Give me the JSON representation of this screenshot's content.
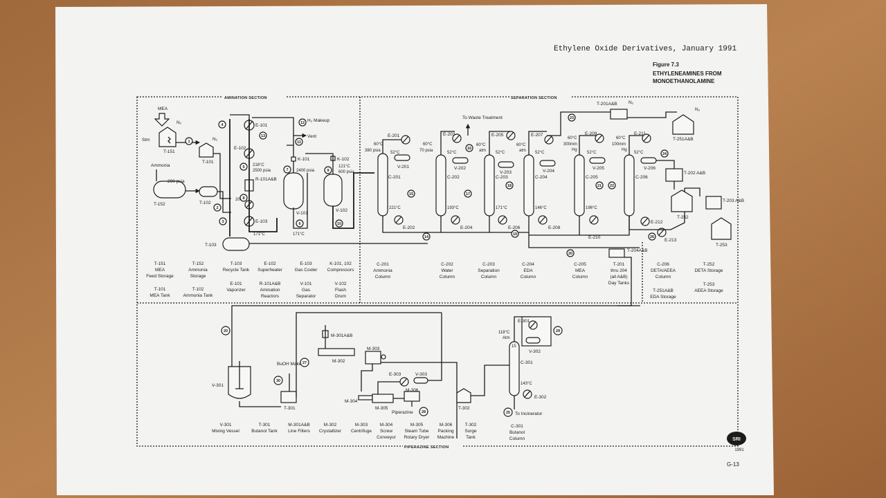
{
  "header": {
    "report_title": "Ethylene Oxide Derivatives, January 1991",
    "figure_number": "Figure 7.3",
    "figure_title_line1": "ETHYLENEAMINES FROM",
    "figure_title_line2": "MONOETHANOLAMINE",
    "page_number": "G-13",
    "logo_year": "1991",
    "logo_text": "SRI"
  },
  "sections": {
    "amination": "AMINATION SECTION",
    "separation": "SEPARATION SECTION",
    "piperazine": "PIPERAZINE SECTION"
  },
  "inputs": {
    "mea": "MEA",
    "ammonia": "Ammonia",
    "h2_makeup": "H₂ Makeup",
    "vent": "Vent",
    "to_waste": "To Waste Treatment",
    "buoh_makeup": "BuOH Makeup",
    "piperazine": "Piperazine",
    "to_incinerator": "To Incinerator",
    "n2": "N₂",
    "stm": "Stm"
  },
  "equipment_tags": {
    "T151": "T-151",
    "T101": "T-101",
    "T152": "T-152",
    "T102": "T-102",
    "T103": "T-103",
    "E101": "E-101",
    "E102": "E-102",
    "E103": "E-103",
    "R101": "R-101A&B",
    "V101": "V-101",
    "V102": "V-102",
    "K101": "K-101",
    "K102": "K-102",
    "C201": "C-201",
    "C202": "C-202",
    "C203": "C-203",
    "C204": "C-204",
    "C205": "C-205",
    "C206": "C-206",
    "V201": "V-201",
    "V202": "V-202",
    "V203": "V-203",
    "V204": "V-204",
    "V205": "V-205",
    "V206": "V-206",
    "E201": "E-201",
    "E202": "E-202",
    "E203": "E-203",
    "E204": "E-204",
    "E205": "E-205",
    "E206": "E-206",
    "E207": "E-207",
    "E208": "E-208",
    "E209": "E-209",
    "E210": "E-210",
    "E211": "E-211",
    "E212": "E-212",
    "E213": "E-213",
    "T201": "T-201A&B",
    "T204": "T-204A&B",
    "T202": "T-202 A&B",
    "T203": "T-203 A&B",
    "T251": "T-251A&B",
    "T252": "T-252",
    "T253": "T-253",
    "V301": "V-301",
    "T301": "T-301",
    "M301": "M-301A&B",
    "M302": "M-302",
    "M303": "M-303",
    "M304": "M-304",
    "M305": "M-305",
    "M306": "M-306",
    "E301": "E-301",
    "E302": "E-302",
    "E303": "E-303",
    "V302": "V-302",
    "V303": "V-303",
    "T302": "T-302",
    "C301": "C-301"
  },
  "conditions": {
    "t152_pressure": "290 psia",
    "r101_in": "216°C",
    "r101_in_p": "2500 psia",
    "r101_out": "200°C",
    "e103_out": "171°C",
    "v101_temp": "171°C",
    "k101_p": "2400 psia",
    "k102_t": "121°C",
    "k102_p": "600 psia",
    "c201_top_t": "60°C",
    "c201_top_p": "380 psia",
    "v201_t": "52°C",
    "c201_bot": "221°C",
    "c202_top_t": "60°C",
    "c202_top_p": "70 psia",
    "v202_t": "52°C",
    "c202_bot": "193°C",
    "c203_top_t": "60°C",
    "c203_top_p": "atm",
    "v203_t": "52°C",
    "c203_bot": "171°C",
    "c204_top_t": "60°C",
    "c204_top_p": "atm",
    "v204_t": "52°C",
    "c204_bot": "146°C",
    "c205_top_t": "60°C",
    "c205_top_p1": "300mm",
    "c205_top_p2": "Hg",
    "v205_t": "52°C",
    "c205_bot": "196°C",
    "c206_top_t": "60°C",
    "c206_top_p1": "100mm",
    "c206_top_p2": "Hg",
    "v206_t": "52°C",
    "c301_top_t": "118°C",
    "c301_top_p": "Atm",
    "c301_bot": "143°C",
    "c301_tray": "15"
  },
  "stream_numbers": {
    "s1": "1",
    "s2": "2",
    "s3": "3",
    "s4": "4",
    "s5": "5",
    "s6": "6",
    "s7": "7",
    "s8": "8",
    "s9": "9",
    "s10": "10",
    "s11": "11",
    "s12": "12",
    "s13": "13",
    "s14": "14",
    "s15": "15",
    "s16": "16",
    "s17": "17",
    "s18": "18",
    "s19": "19",
    "s20": "20",
    "s21": "21",
    "s22": "22",
    "s23": "23",
    "s24": "24",
    "s25": "25",
    "s26": "26",
    "s27": "27",
    "s28": "28",
    "s29": "29",
    "s30": "30"
  },
  "legend_amination": [
    {
      "tag": "T-151",
      "desc1": "MEA",
      "desc2": "Feed Storage"
    },
    {
      "tag": "T-152",
      "desc1": "Ammonia",
      "desc2": "Storage"
    },
    {
      "tag": "T-103",
      "desc1": "Recycle Tank",
      "desc2": ""
    },
    {
      "tag": "E-102",
      "desc1": "Superheater",
      "desc2": ""
    },
    {
      "tag": "E-103",
      "desc1": "Gas Cooler",
      "desc2": ""
    },
    {
      "tag": "K-101, 102",
      "desc1": "Compressors",
      "desc2": ""
    },
    {
      "tag": "T-101",
      "desc1": "MEA Tank",
      "desc2": ""
    },
    {
      "tag": "T-102",
      "desc1": "Ammonia Tank",
      "desc2": ""
    },
    {
      "tag": "E-101",
      "desc1": "Vaporizer",
      "desc2": ""
    },
    {
      "tag": "R-101A&B",
      "desc1": "Amination",
      "desc2": "Reactors"
    },
    {
      "tag": "V-101",
      "desc1": "Gas",
      "desc2": "Separator"
    },
    {
      "tag": "V-102",
      "desc1": "Flash",
      "desc2": "Drum"
    }
  ],
  "legend_separation": [
    {
      "tag": "C-201",
      "desc1": "Ammonia",
      "desc2": "Column"
    },
    {
      "tag": "C-202",
      "desc1": "Water",
      "desc2": "Column"
    },
    {
      "tag": "C-203",
      "desc1": "Separation",
      "desc2": "Column"
    },
    {
      "tag": "C-204",
      "desc1": "EDA",
      "desc2": "Column"
    },
    {
      "tag": "C-205",
      "desc1": "MEA",
      "desc2": "Column"
    },
    {
      "tag": "T-201",
      "desc1": "thru 204",
      "desc2": "(all A&B)",
      "desc3": "Day Tanks"
    },
    {
      "tag": "C-206",
      "desc1": "DETA/AEEA",
      "desc2": "Column"
    },
    {
      "tag": "T-251A&B",
      "desc1": "EDA Storage",
      "desc2": ""
    },
    {
      "tag": "T-252",
      "desc1": "DETA Storage",
      "desc2": ""
    },
    {
      "tag": "T-253",
      "desc1": "AEEA Storage",
      "desc2": ""
    }
  ],
  "legend_piperazine": [
    {
      "tag": "V-301",
      "desc1": "Mixing Vessel",
      "desc2": ""
    },
    {
      "tag": "T-301",
      "desc1": "Butanol Tank",
      "desc2": ""
    },
    {
      "tag": "M-301A&B",
      "desc1": "Line Filters",
      "desc2": ""
    },
    {
      "tag": "M-302",
      "desc1": "Crystallizer",
      "desc2": ""
    },
    {
      "tag": "M-303",
      "desc1": "Centrifuge",
      "desc2": ""
    },
    {
      "tag": "M-304",
      "desc1": "Screw",
      "desc2": "Conveyor"
    },
    {
      "tag": "M-305",
      "desc1": "Steam Tube",
      "desc2": "Rotary Dryer"
    },
    {
      "tag": "M-306",
      "desc1": "Packing",
      "desc2": "Machine"
    },
    {
      "tag": "T-302",
      "desc1": "Surge",
      "desc2": "Tank"
    },
    {
      "tag": "C-301",
      "desc1": "Butanol",
      "desc2": "Column"
    }
  ],
  "colors": {
    "table": "#b07a48",
    "paper": "#f3f3f1",
    "ink": "#1c1c1c"
  }
}
